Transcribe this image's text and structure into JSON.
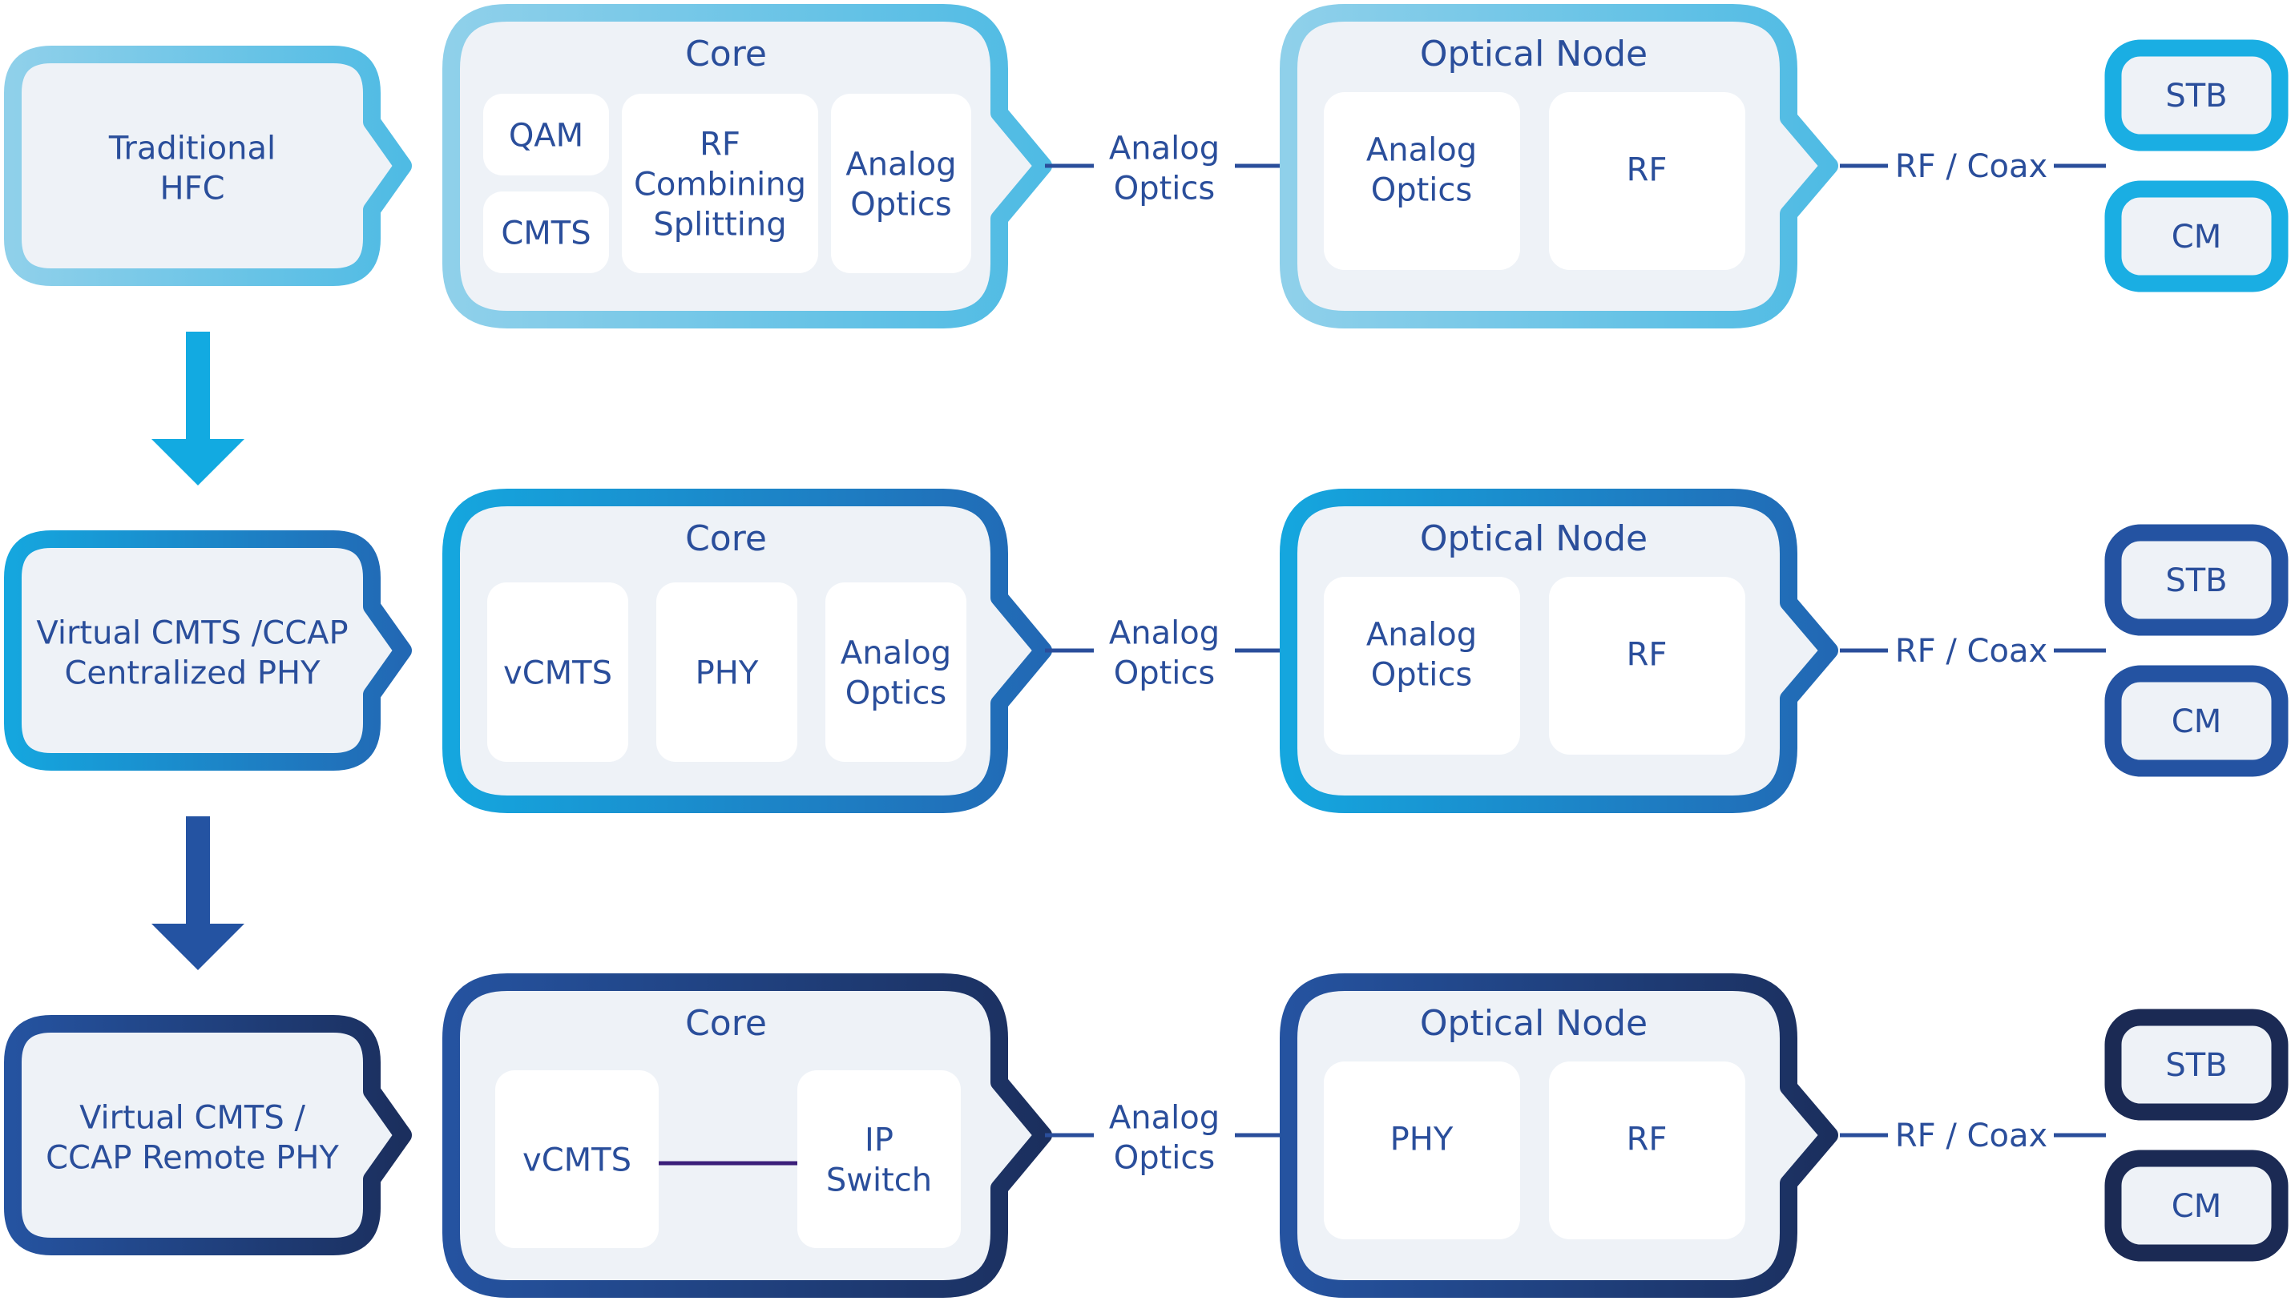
{
  "colors": {
    "text": "#2a4e9b",
    "panel_fill": "#eef2f7",
    "inner_fill": "#ffffff",
    "connector": "#2a4e9b",
    "internal_link": "#3b1f7a",
    "rows": [
      {
        "border_from": "#8fd0ea",
        "border_to": "#4fbbe4",
        "leaf_border": "#1aaee3",
        "arrow": "#12aae1"
      },
      {
        "border_from": "#15a6de",
        "border_to": "#2268b4",
        "leaf_border": "#2453a2",
        "arrow": "#2453a2"
      },
      {
        "border_from": "#2553a0",
        "border_to": "#1b2f5e",
        "leaf_border": "#1b2a54",
        "arrow": null
      }
    ]
  },
  "rows": [
    {
      "architecture": [
        "Traditional",
        "HFC"
      ],
      "core": {
        "title": "Core",
        "layout": "qam-cmts",
        "components": [
          {
            "label": [
              "QAM"
            ]
          },
          {
            "label": [
              "CMTS"
            ]
          },
          {
            "label": [
              "RF",
              "Combining",
              "Splitting"
            ]
          },
          {
            "label": [
              "Analog",
              "Optics"
            ]
          }
        ]
      },
      "link_core_node": [
        "Analog",
        "Optics"
      ],
      "optical_node": {
        "title": "Optical Node",
        "components": [
          {
            "label": [
              "Analog",
              "Optics"
            ]
          },
          {
            "label": [
              "RF"
            ]
          }
        ]
      },
      "link_node_devices": "RF / Coax",
      "devices": [
        "STB",
        "CM"
      ]
    },
    {
      "architecture": [
        "Virtual CMTS /CCAP",
        "Centralized PHY"
      ],
      "core": {
        "title": "Core",
        "layout": "three",
        "components": [
          {
            "label": [
              "vCMTS"
            ]
          },
          {
            "label": [
              "PHY"
            ]
          },
          {
            "label": [
              "Analog",
              "Optics"
            ]
          }
        ]
      },
      "link_core_node": [
        "Analog",
        "Optics"
      ],
      "optical_node": {
        "title": "Optical Node",
        "components": [
          {
            "label": [
              "Analog",
              "Optics"
            ]
          },
          {
            "label": [
              "RF"
            ]
          }
        ]
      },
      "link_node_devices": "RF / Coax",
      "devices": [
        "STB",
        "CM"
      ]
    },
    {
      "architecture": [
        "Virtual CMTS /",
        "CCAP Remote PHY"
      ],
      "core": {
        "title": "Core",
        "layout": "linked-pair",
        "components": [
          {
            "label": [
              "vCMTS"
            ]
          },
          {
            "label": [
              "IP",
              "Switch"
            ]
          }
        ]
      },
      "link_core_node": [
        "Analog",
        "Optics"
      ],
      "optical_node": {
        "title": "Optical Node",
        "components": [
          {
            "label": [
              "PHY"
            ]
          },
          {
            "label": [
              "RF"
            ]
          }
        ]
      },
      "link_node_devices": "RF / Coax",
      "devices": [
        "STB",
        "CM"
      ]
    }
  ],
  "evolution_arrows": [
    {
      "from": "Traditional HFC",
      "to": "Virtual CMTS /CCAP Centralized PHY"
    },
    {
      "from": "Virtual CMTS /CCAP Centralized PHY",
      "to": "Virtual CMTS / CCAP Remote PHY"
    }
  ]
}
